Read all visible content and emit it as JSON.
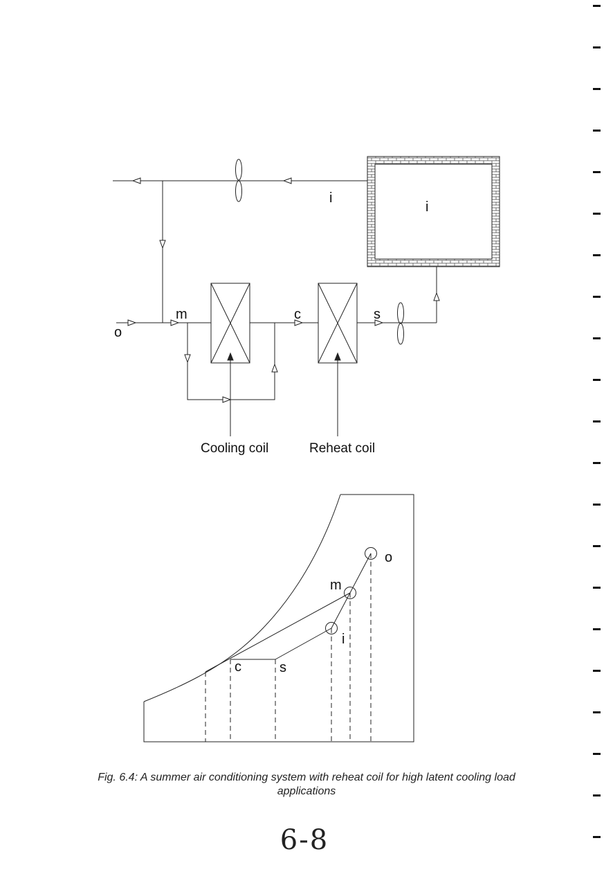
{
  "schematic": {
    "return_label": "i",
    "room_label": "i",
    "outdoor_label": "o",
    "mix_label": "m",
    "coil_exit_label": "c",
    "supply_label": "s",
    "cooling_coil_label": "Cooling coil",
    "reheat_coil_label": "Reheat coil"
  },
  "psychrometric": {
    "point_o": "o",
    "point_m": "m",
    "point_i": "i",
    "point_c": "c",
    "point_s": "s"
  },
  "caption": {
    "fig_prefix": "Fig. 6.4:",
    "text": "A summer air conditioning system with reheat coil for high latent cooling load applications"
  },
  "page_number": "6-8"
}
